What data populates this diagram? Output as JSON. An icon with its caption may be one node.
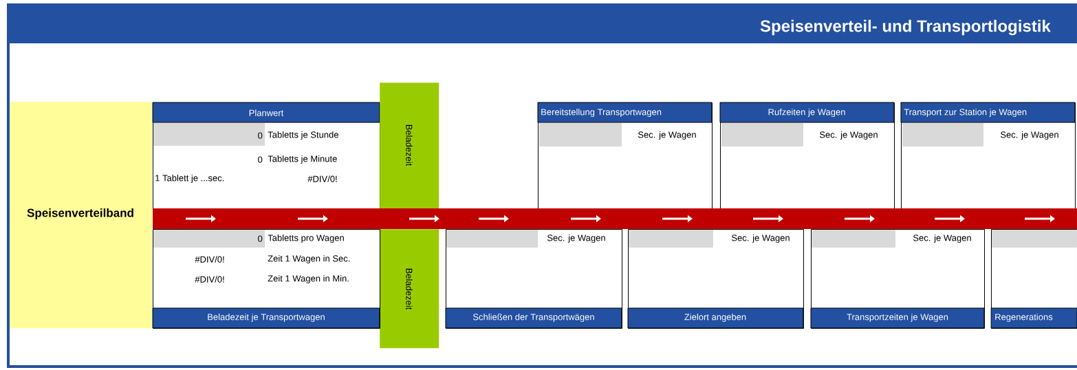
{
  "diagram": {
    "title": "Speisenverteil- und Transportlogistik",
    "nodes": [
      {
        "text": [
          "Speisenverteilband"
        ]
      },
      {
        "text": [
          "Planwert",
          "0",
          "Tabletts je Stunde",
          "0",
          "Tabletts je Minute",
          "1 Tablett je ...sec.",
          "#DIV/0!"
        ]
      },
      {
        "text": [
          "Beladezeit"
        ]
      },
      {
        "text": [
          "Beladezeit"
        ]
      },
      {
        "text": [
          "0",
          "Tabletts pro Wagen",
          "#DIV/0!",
          "Zeit 1 Wagen in Sec.",
          "#DIV/0!",
          "Zeit 1 Wagen in Min.",
          "Beladezeit je Transportwagen"
        ]
      },
      {
        "text": [
          "Bereitstellung Transportwagen",
          "Sec. je Wagen"
        ]
      },
      {
        "text": [
          "Rufzeiten je Wagen",
          "Sec. je Wagen"
        ]
      },
      {
        "text": [
          "Transport zur Station je Wagen",
          "Sec. je Wagen"
        ]
      },
      {
        "text": [
          "Sec. je Wagen",
          "Schließen der Transportwägen"
        ]
      },
      {
        "text": [
          "Sec. je Wagen",
          "Zielort angeben"
        ]
      },
      {
        "text": [
          "Sec. je Wagen",
          "Transportzeiten je Wagen"
        ]
      },
      {
        "text": [
          "Regenerations"
        ]
      }
    ]
  }
}
